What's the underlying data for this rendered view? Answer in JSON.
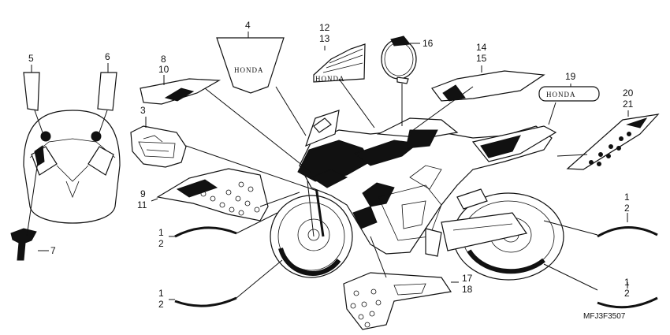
{
  "callouts": {
    "c4": "4",
    "c5": "5",
    "c6": "6",
    "c7": "7",
    "c8_10": [
      "8",
      "10"
    ],
    "c12_13": [
      "12",
      "13"
    ],
    "c16": "16",
    "c14_15": [
      "14",
      "15"
    ],
    "c19": "19",
    "c20_21": [
      "20",
      "21"
    ],
    "c3": "3",
    "c9_11": [
      "9",
      "11"
    ],
    "c1_2_left_upper": [
      "1",
      "2"
    ],
    "c1_2_left_lower": [
      "1",
      "2"
    ],
    "c1_2_right_upper": [
      "1",
      "2"
    ],
    "c1_2_right_lower": [
      "1",
      "2"
    ],
    "c17_18": [
      "17",
      "18"
    ]
  },
  "logos": {
    "tank_badge": "HONDA",
    "wing_emblem": "HONDA",
    "tail_logo": "HONDA"
  },
  "diagram_code": "MFJ3F3507"
}
